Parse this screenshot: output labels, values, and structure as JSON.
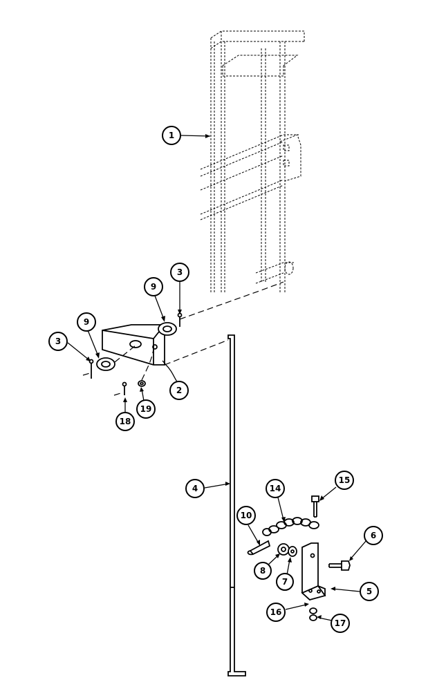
{
  "callouts": [
    {
      "id": "c1",
      "label": "1"
    },
    {
      "id": "c2",
      "label": "2"
    },
    {
      "id": "c3a",
      "label": "3"
    },
    {
      "id": "c3b",
      "label": "3"
    },
    {
      "id": "c4",
      "label": "4"
    },
    {
      "id": "c5",
      "label": "5"
    },
    {
      "id": "c6",
      "label": "6"
    },
    {
      "id": "c7",
      "label": "7"
    },
    {
      "id": "c8",
      "label": "8"
    },
    {
      "id": "c9a",
      "label": "9"
    },
    {
      "id": "c9b",
      "label": "9"
    },
    {
      "id": "c10",
      "label": "10"
    },
    {
      "id": "c14",
      "label": "14"
    },
    {
      "id": "c15",
      "label": "15"
    },
    {
      "id": "c16",
      "label": "16"
    },
    {
      "id": "c17",
      "label": "17"
    },
    {
      "id": "c18",
      "label": "18"
    },
    {
      "id": "c19",
      "label": "19"
    }
  ]
}
